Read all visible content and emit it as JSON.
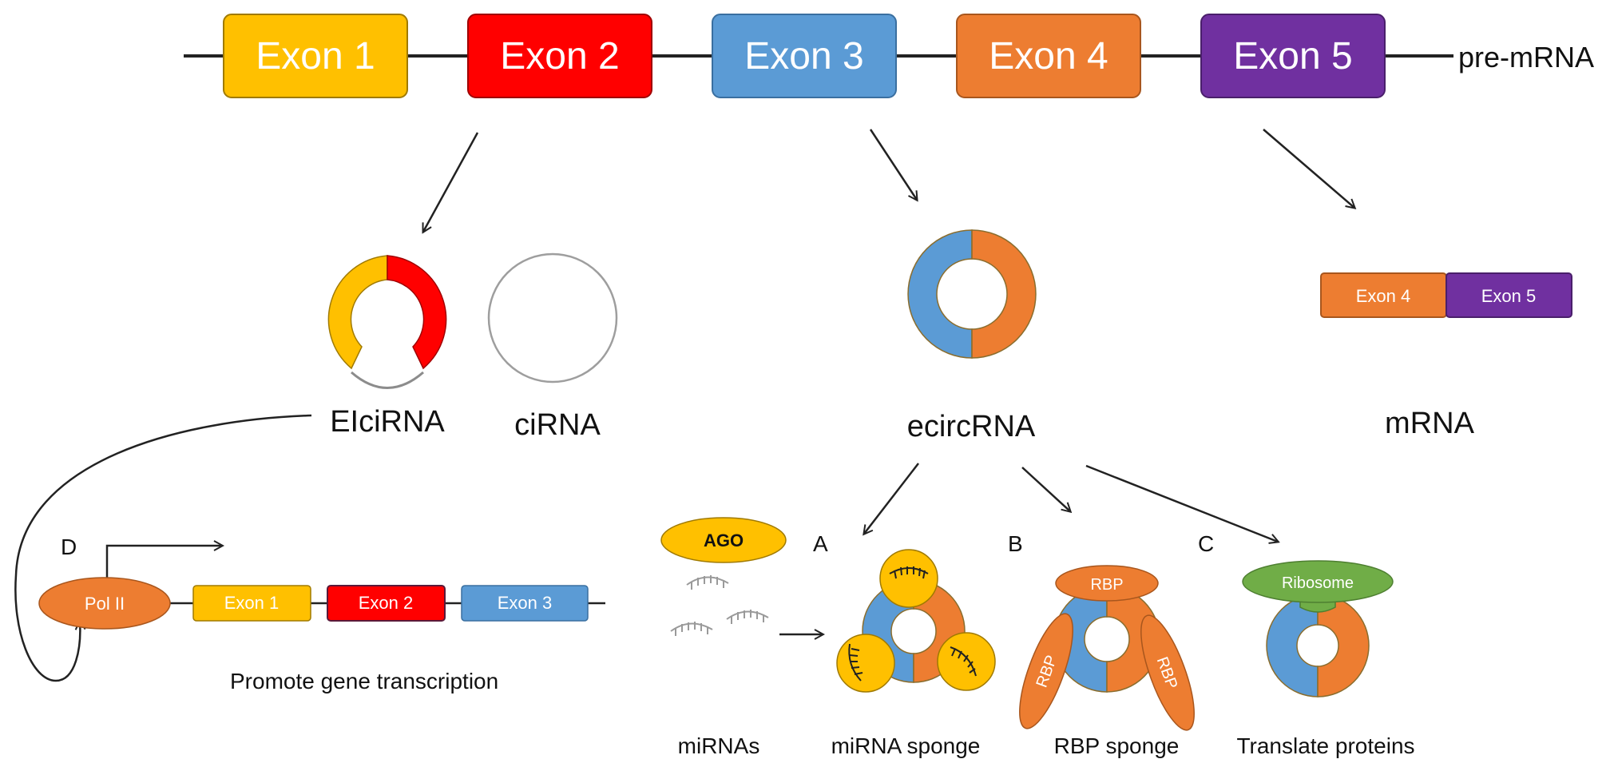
{
  "pre_mrna": {
    "label": "pre-mRNA",
    "exons": [
      {
        "label": "Exon 1",
        "color": "#FFC000"
      },
      {
        "label": "Exon 2",
        "color": "#FF0000"
      },
      {
        "label": "Exon 3",
        "color": "#5B9BD5"
      },
      {
        "label": "Exon 4",
        "color": "#ED7D31"
      },
      {
        "label": "Exon 5",
        "color": "#7030A0"
      }
    ]
  },
  "products": {
    "elcirna": "EIciRNA",
    "cirna": "ciRNA",
    "ecircrna": "ecircRNA",
    "mrna": "mRNA",
    "mrna_exons": [
      "Exon 4",
      "Exon 5"
    ]
  },
  "transcription": {
    "panel_letter": "D",
    "pol": "Pol II",
    "exons": [
      "Exon 1",
      "Exon 2",
      "Exon 3"
    ],
    "caption": "Promote gene transcription"
  },
  "functions": {
    "a_letter": "A",
    "b_letter": "B",
    "c_letter": "C",
    "ago": "AGO",
    "rbp": "RBP",
    "ribosome": "Ribosome",
    "captions": {
      "mirnas": "miRNAs",
      "mirna_sponge": "miRNA sponge",
      "rbp_sponge": "RBP sponge",
      "translate": "Translate proteins"
    }
  },
  "colors": {
    "line": "#222222",
    "outline_dark": "#8a6d2e",
    "ring_gray": "#9e9e9e",
    "ribosome": "#70AD47",
    "ago_fill": "#FFC000"
  }
}
